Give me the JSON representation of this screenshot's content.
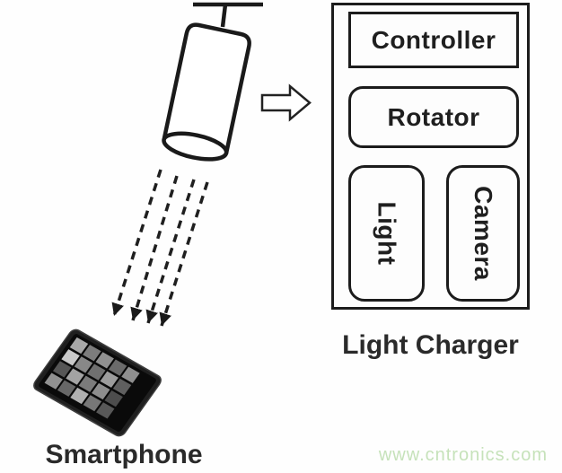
{
  "charger": {
    "label": "Light Charger",
    "boxes": [
      {
        "label": "Controller"
      },
      {
        "label": "Rotator"
      },
      {
        "label": "Light"
      },
      {
        "label": "Camera"
      }
    ]
  },
  "smartphone": {
    "label": "Smartphone"
  },
  "watermark": {
    "text": "www.cntronics.com"
  },
  "icons": {
    "flow_arrow": "block-arrow-right",
    "light_beams": "dashed-arrows-down-left",
    "lamp": "hanging-cylinder-lamp",
    "phone": "smartphone-photo"
  },
  "colors": {
    "line": "#1c1c1c",
    "watermark_green": "#c6e2ba",
    "phone_body": "#1f1f1f"
  }
}
